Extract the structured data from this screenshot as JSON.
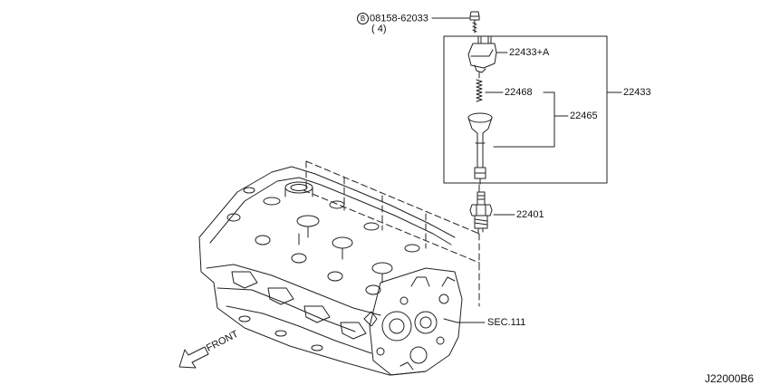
{
  "parts": {
    "bolt": {
      "marker": "B",
      "number": "08158-62033",
      "qty": "( 4)"
    },
    "coil": "22433+A",
    "spring": "22468",
    "boot": "22465",
    "assembly": "22433",
    "spark_plug": "22401",
    "section_ref": "SEC.111"
  },
  "front_arrow_label": "FRONT",
  "drawing_code": "J22000B6"
}
